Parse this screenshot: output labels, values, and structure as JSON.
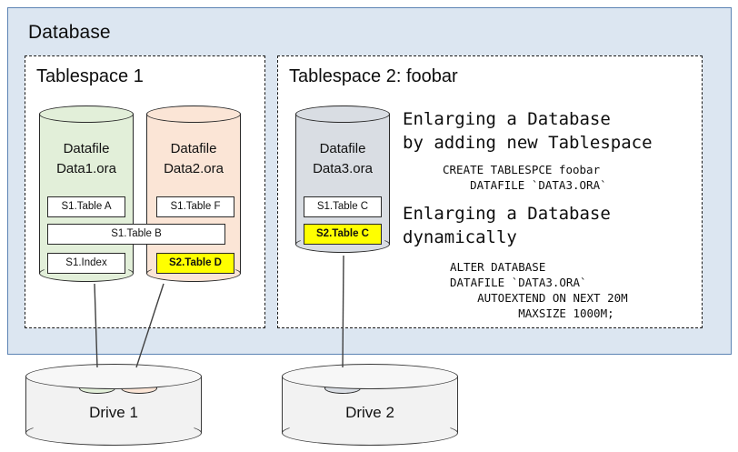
{
  "database": {
    "title": "Database",
    "bg_color": "#dce6f1",
    "border_color": "#5c83b4"
  },
  "tablespaces": [
    {
      "id": "ts1",
      "title": "Tablespace 1",
      "datafiles": [
        {
          "id": "cyl1",
          "line1": "Datafile",
          "line2": "Data1.ora",
          "color": "#e2efd9"
        },
        {
          "id": "cyl2",
          "line1": "Datafile",
          "line2": "Data2.ora",
          "color": "#fbe5d6"
        }
      ],
      "segments": [
        {
          "id": "chipA",
          "label": "S1.Table A",
          "highlight": false
        },
        {
          "id": "chipF",
          "label": "S1.Table F",
          "highlight": false
        },
        {
          "id": "chipB",
          "label": "S1.Table B",
          "highlight": false
        },
        {
          "id": "chipIdx",
          "label": "S1.Index",
          "highlight": false
        },
        {
          "id": "chipD",
          "label": "S2.Table D",
          "highlight": true
        }
      ]
    },
    {
      "id": "ts2",
      "title": "Tablespace 2: foobar",
      "datafiles": [
        {
          "id": "cyl3",
          "line1": "Datafile",
          "line2": "Data3.ora",
          "color": "#d9dde3"
        }
      ],
      "segments": [
        {
          "id": "chipC1",
          "label": "S1.Table C",
          "highlight": false
        },
        {
          "id": "chipC2",
          "label": "S2.Table C",
          "highlight": true
        }
      ],
      "notes": [
        {
          "heading": "Enlarging a Database\nby adding new Tablespace",
          "sql": "CREATE TABLESPCE foobar\n    DATAFILE `DATA3.ORA`"
        },
        {
          "heading": "Enlarging a Database\ndynamically",
          "sql": "ALTER DATABASE\nDATAFILE `DATA3.ORA`\n    AUTOEXTEND ON NEXT 20M\n          MAXSIZE 1000M;"
        }
      ]
    }
  ],
  "drives": [
    {
      "id": "drive1",
      "label": "Drive 1"
    },
    {
      "id": "drive2",
      "label": "Drive 2"
    }
  ],
  "highlight_color": "#ffff00"
}
